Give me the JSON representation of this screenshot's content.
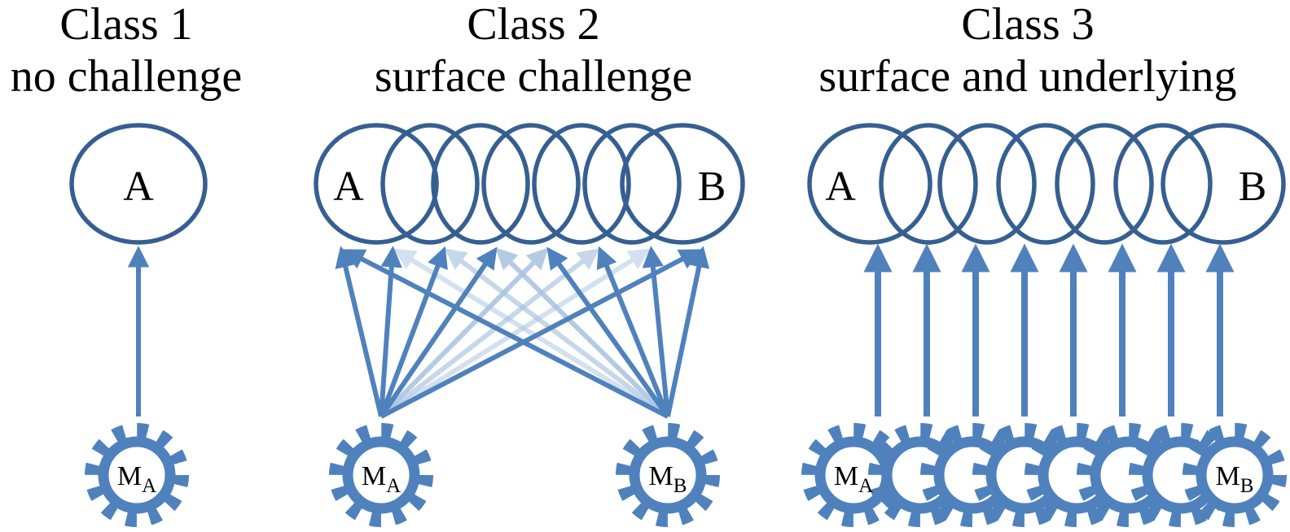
{
  "figure": {
    "panels": [
      {
        "title": "Class 1",
        "subtitle": "no challenge",
        "ellipse_a": "A",
        "machine_a": {
          "main": "M",
          "sub": "A"
        }
      },
      {
        "title": "Class 2",
        "subtitle": "surface challenge",
        "ellipse_a": "A",
        "ellipse_b": "B",
        "machine_a": {
          "main": "M",
          "sub": "A"
        },
        "machine_b": {
          "main": "M",
          "sub": "B"
        }
      },
      {
        "title": "Class 3",
        "subtitle": "surface and underlying",
        "ellipse_a": "A",
        "ellipse_b": "B",
        "machine_a": {
          "main": "M",
          "sub": "A"
        },
        "machine_b": {
          "main": "M",
          "sub": "B"
        }
      }
    ],
    "colors": {
      "outline": "#365f91",
      "arrow": "#4f81bd",
      "arrow_faded": "#a8c2e0",
      "gear": "#4f81bd",
      "text": "#000000",
      "background": "#ffffff"
    }
  }
}
